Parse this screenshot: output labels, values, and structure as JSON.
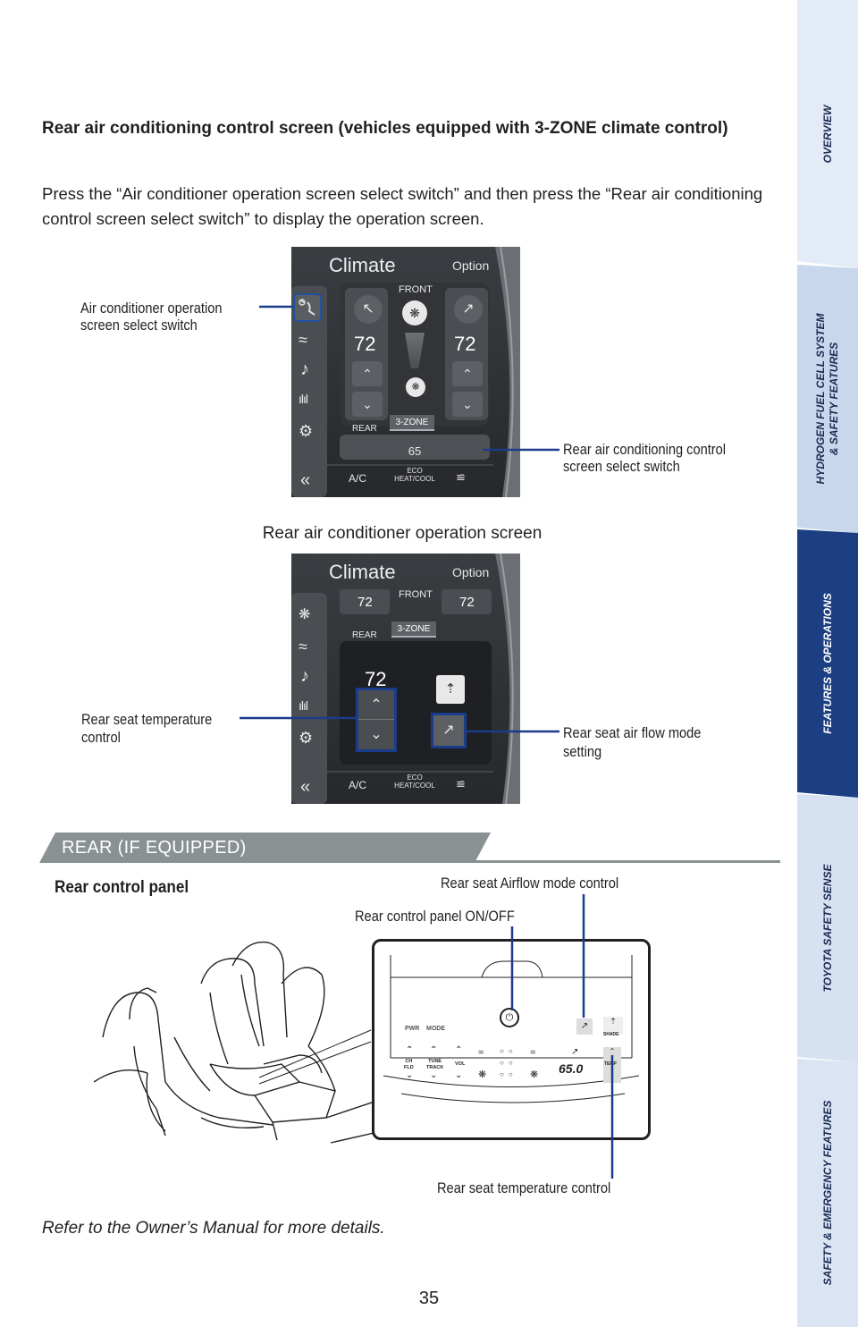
{
  "side_tabs": [
    {
      "label": "OVERVIEW",
      "color": "#e3ebf6"
    },
    {
      "label": "HYDROGEN FUEL CELL SYSTEM\n& SAFETY FEATURES",
      "color": "#c9d7ec"
    },
    {
      "label": "FEATURES & OPERATIONS",
      "color": "#1c3f84"
    },
    {
      "label": "TOYOTA SAFETY SENSE",
      "color": "#d6e1f1"
    },
    {
      "label": "SAFETY & EMERGENCY FEATURES",
      "color": "#dbe4f3"
    }
  ],
  "section": {
    "title": "Rear air conditioning control screen (vehicles equipped with 3-ZONE climate control)",
    "intro": "Press the “Air conditioner operation screen select switch” and then press the “Rear air conditioning control screen select switch” to display the operation screen."
  },
  "screen1": {
    "title": "Climate",
    "option": "Option",
    "front": "FRONT",
    "left_temp": "72",
    "right_temp": "72",
    "zone": "3-ZONE",
    "rear": "REAR",
    "rear_temp": "65",
    "ac": "A/C",
    "eco_line1": "ECO",
    "eco_line2": "HEAT/COOL"
  },
  "callouts1": {
    "ac_switch_line1": "Air conditioner operation",
    "ac_switch_line2": "screen select switch",
    "rear_switch_line1": "Rear air conditioning control",
    "rear_switch_line2": "screen select switch"
  },
  "caption2": "Rear air conditioner operation screen",
  "screen2": {
    "title": "Climate",
    "option": "Option",
    "front": "FRONT",
    "left_temp": "72",
    "right_temp": "72",
    "zone": "3-ZONE",
    "rear": "REAR",
    "rear_temp": "72",
    "ac": "A/C",
    "eco_line1": "ECO",
    "eco_line2": "HEAT/COOL"
  },
  "callouts2": {
    "temp_line1": "Rear seat temperature",
    "temp_line2": "control",
    "airflow_line1": "Rear seat air flow mode",
    "airflow_line2": "setting"
  },
  "banner": "REAR (IF EQUIPPED)",
  "rear_panel": {
    "label": "Rear control panel",
    "callout_airflow": "Rear seat Airflow mode control",
    "callout_onoff": "Rear control panel ON/OFF",
    "callout_temp": "Rear seat temperature control",
    "pwr": "PWR",
    "mode": "MODE",
    "shade": "SHADE",
    "ch_line1": "CH",
    "ch_line2": "FLD",
    "tune_line1": "TUNE",
    "tune_line2": "TRACK",
    "vol": "VOL",
    "temp_display": "65.0",
    "temp": "TEMP"
  },
  "footer_note": "Refer to the Owner’s Manual for more details.",
  "page_number": "35"
}
